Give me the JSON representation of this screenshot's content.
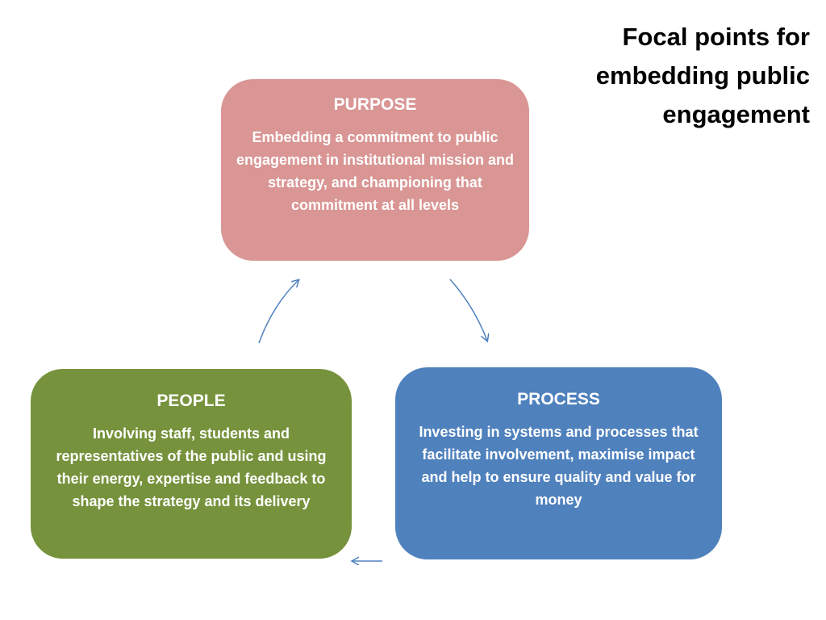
{
  "title": {
    "line1": "Focal points for",
    "line2": "embedding public",
    "line3": "engagement"
  },
  "boxes": {
    "purpose": {
      "heading": "PURPOSE",
      "body": "Embedding a commitment to public engagement  in institutional mission and strategy, and championing that commitment at all levels",
      "color": "#d99694"
    },
    "people": {
      "heading": "PEOPLE",
      "body": "Involving staff, students and representatives of the public and using their energy, expertise and feedback  to shape the strategy and its delivery",
      "color": "#76923c"
    },
    "process": {
      "heading": "PROCESS",
      "body": "Investing in systems and processes that facilitate involvement, maximise impact and help to ensure quality and value for money",
      "color": "#4f81bd"
    }
  },
  "arrow_color": "#4f81bd"
}
